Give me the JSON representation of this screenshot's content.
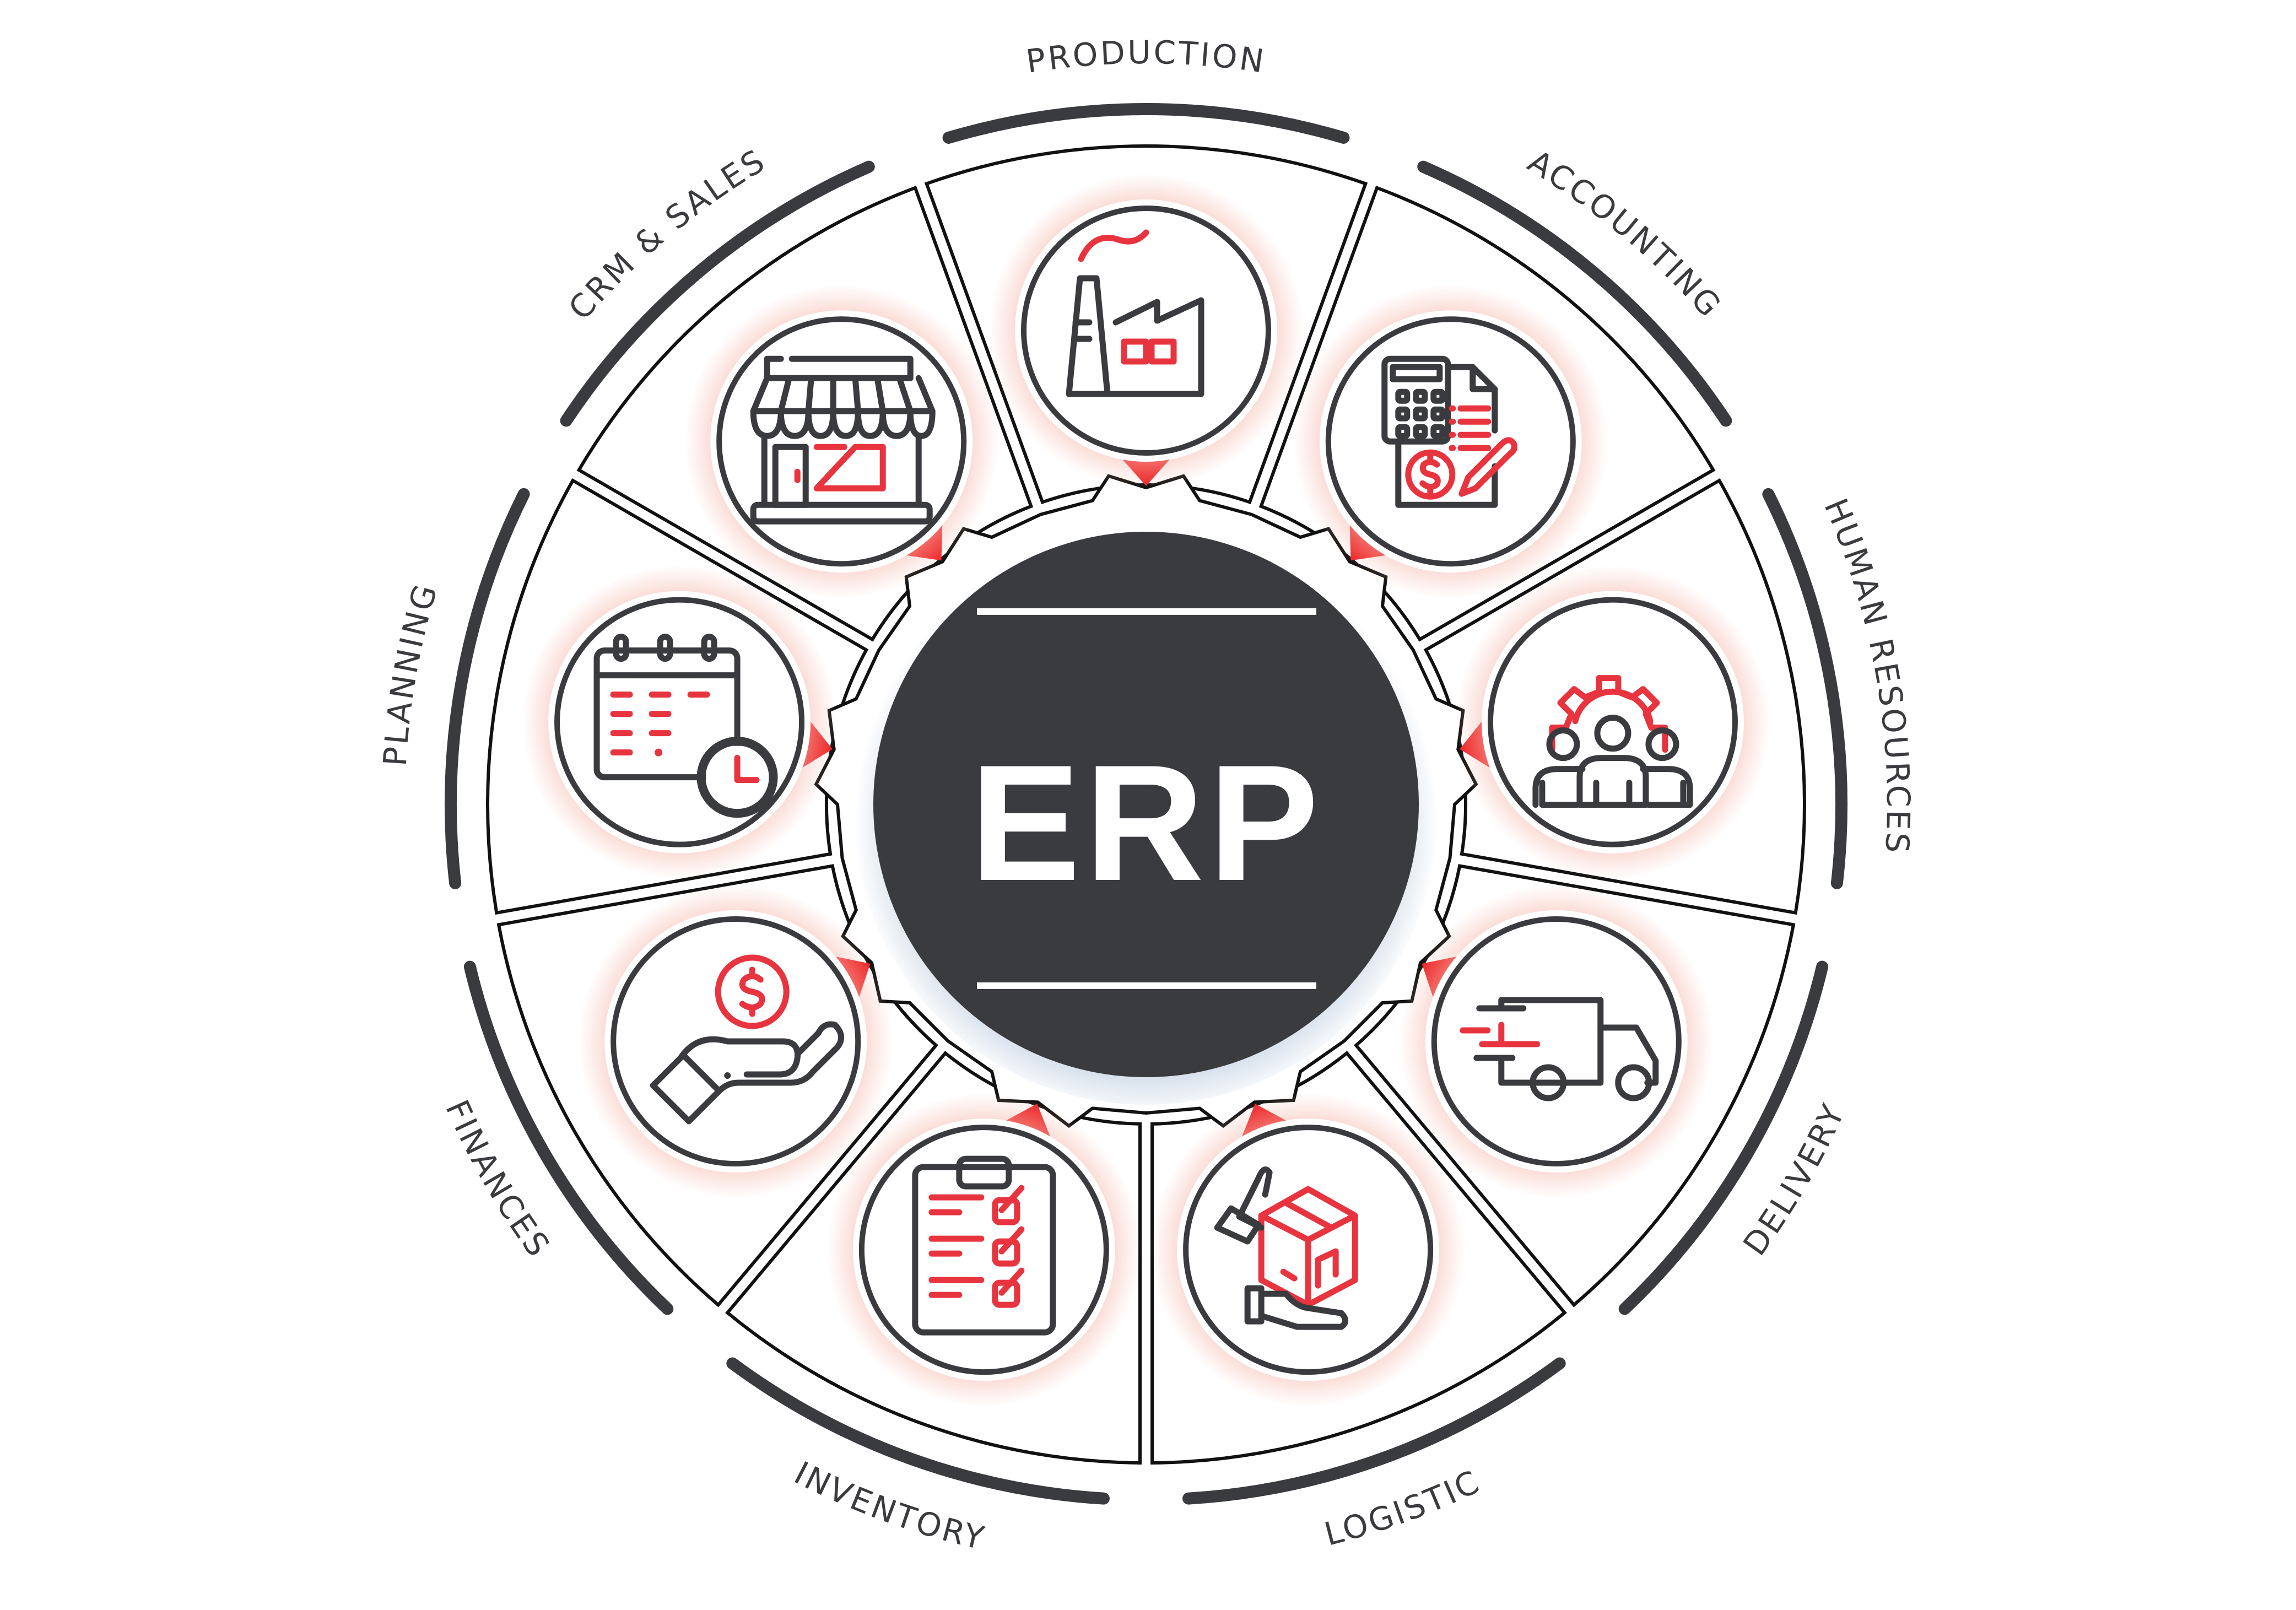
{
  "diagram": {
    "center_title": "ERP",
    "colors": {
      "dark": "#3a3b3e",
      "accent_red": "#e8343f",
      "arrow_red": "#ee2326",
      "glow": "#f6b8ab",
      "shadow_blue": "#c9d6e6",
      "background": "#ffffff"
    },
    "modules": [
      {
        "id": "production",
        "label": "PRODUCTION",
        "icon": "factory-icon"
      },
      {
        "id": "accounting",
        "label": "ACCOUNTING",
        "icon": "calculator-invoice-icon"
      },
      {
        "id": "human-resources",
        "label": "HUMAN RESOURCES",
        "icon": "team-gear-icon"
      },
      {
        "id": "delivery",
        "label": "DELIVERY",
        "icon": "delivery-truck-icon"
      },
      {
        "id": "logistic",
        "label": "LOGISTIC",
        "icon": "package-handover-icon"
      },
      {
        "id": "inventory",
        "label": "INVENTORY",
        "icon": "checklist-clipboard-icon"
      },
      {
        "id": "finances",
        "label": "FINANCES",
        "icon": "hand-coin-icon"
      },
      {
        "id": "planning",
        "label": "PLANNING",
        "icon": "calendar-clock-icon"
      },
      {
        "id": "crm-sales",
        "label": "CRM & SALES",
        "icon": "storefront-icon"
      }
    ]
  }
}
